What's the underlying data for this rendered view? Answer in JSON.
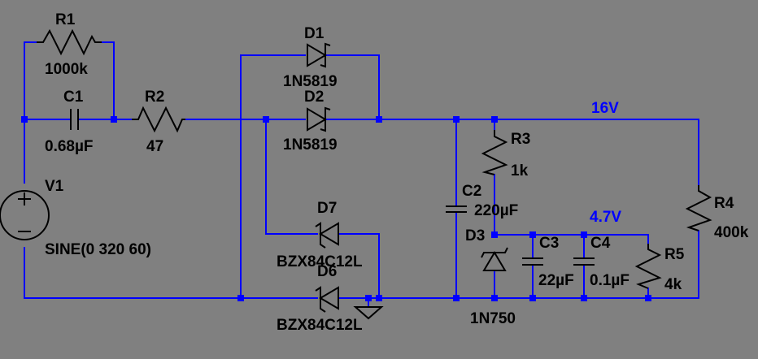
{
  "components": {
    "R1": {
      "name": "R1",
      "value": "1000k"
    },
    "C1": {
      "name": "C1",
      "value": "0.68µF"
    },
    "R2": {
      "name": "R2",
      "value": "47"
    },
    "V1": {
      "name": "V1",
      "value": "SINE(0 320 60)"
    },
    "D1": {
      "name": "D1",
      "value": "1N5819"
    },
    "D2": {
      "name": "D2",
      "value": "1N5819"
    },
    "D7": {
      "name": "D7",
      "value": "BZX84C12L"
    },
    "D6": {
      "name": "D6",
      "value": "BZX84C12L"
    },
    "C2": {
      "name": "C2",
      "value": "220µF"
    },
    "R3": {
      "name": "R3",
      "value": "1k"
    },
    "D3": {
      "name": "D3",
      "value": "1N750"
    },
    "C3": {
      "name": "C3",
      "value": "22µF"
    },
    "C4": {
      "name": "C4",
      "value": "0.1µF"
    },
    "R5": {
      "name": "R5",
      "value": "4k"
    },
    "R4": {
      "name": "R4",
      "value": "400k"
    }
  },
  "net_labels": {
    "rail_high": "16V",
    "rail_low": "4.7V"
  },
  "colors": {
    "background": "#808080",
    "wire": "#0000ff",
    "component": "#000000",
    "net_label": "#0000ff"
  }
}
